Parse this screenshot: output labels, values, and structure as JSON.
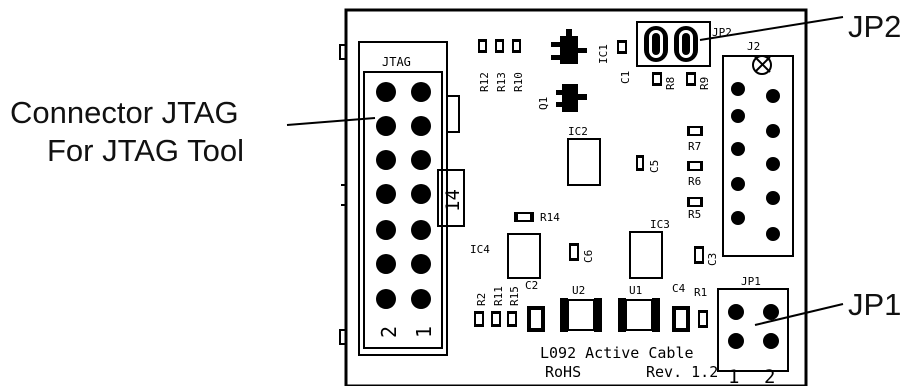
{
  "callouts": {
    "jtag_line1": "Connector JTAG",
    "jtag_line2": "For JTAG Tool",
    "jp2": "JP2",
    "jp1": "JP1"
  },
  "board": {
    "jtag_label": "JTAG",
    "jtag_pin_even": "2",
    "jtag_pin_odd": "1",
    "jtag_pin_count": "14",
    "j2": "J2",
    "jp2": "JP2",
    "jp1": "JP1",
    "jp1_pin1": "1",
    "jp1_pin2": "2",
    "r12": "R12",
    "r13": "R13",
    "r10": "R10",
    "ic1": "IC1",
    "c1": "C1",
    "r8": "R8",
    "r9": "R9",
    "q1": "Q1",
    "ic2": "IC2",
    "c5": "C5",
    "r7": "R7",
    "r6": "R6",
    "r5": "R5",
    "r14": "R14",
    "ic3": "IC3",
    "ic4": "IC4",
    "c6": "C6",
    "c3": "C3",
    "r2": "R2",
    "r11": "R11",
    "r15": "R15",
    "c2": "C2",
    "u2": "U2",
    "u1": "U1",
    "c4": "C4",
    "r1": "R1",
    "footer_line1": "L092 Active Cable",
    "footer_line2": "RoHS",
    "footer_rev": "Rev. 1.2"
  }
}
